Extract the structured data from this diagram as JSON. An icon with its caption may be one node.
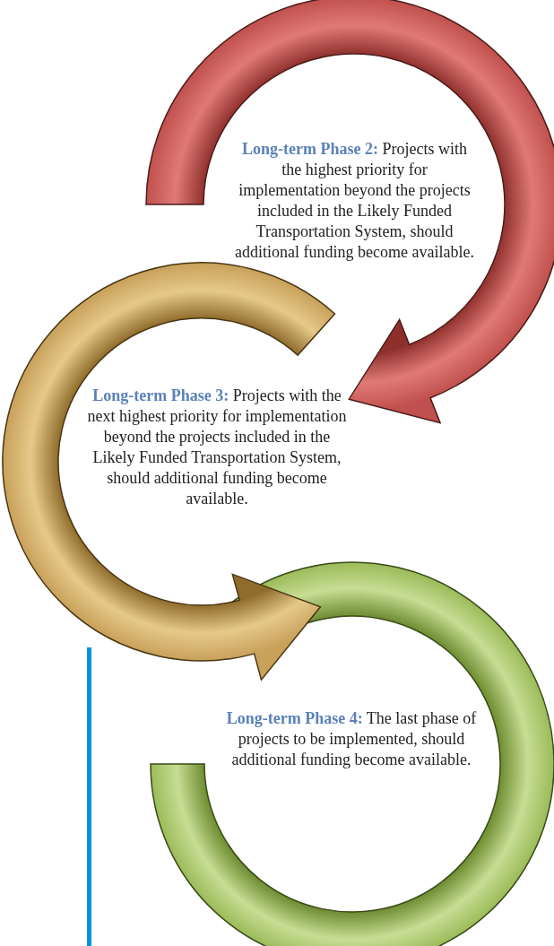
{
  "diagram": {
    "nodes": [
      {
        "text": [
          "**Long-term Phase 2:** Projects with the highest priority for implementation beyond the projects included in the Likely Funded Transportation System, should additional funding become available."
        ]
      },
      {
        "text": [
          "**Long-term Phase 3:** Projects with the next highest priority for implementation beyond the projects included in the Likely Funded Transportation System, should additional funding become available."
        ]
      },
      {
        "text": [
          "**Long-term Phase 4:** The last phase of projects to be implemented, should additional funding become available."
        ]
      }
    ],
    "edges": [
      {
        "from": 0,
        "to": 1,
        "arrow": "to"
      },
      {
        "from": 1,
        "to": 2,
        "arrow": "to"
      }
    ]
  }
}
